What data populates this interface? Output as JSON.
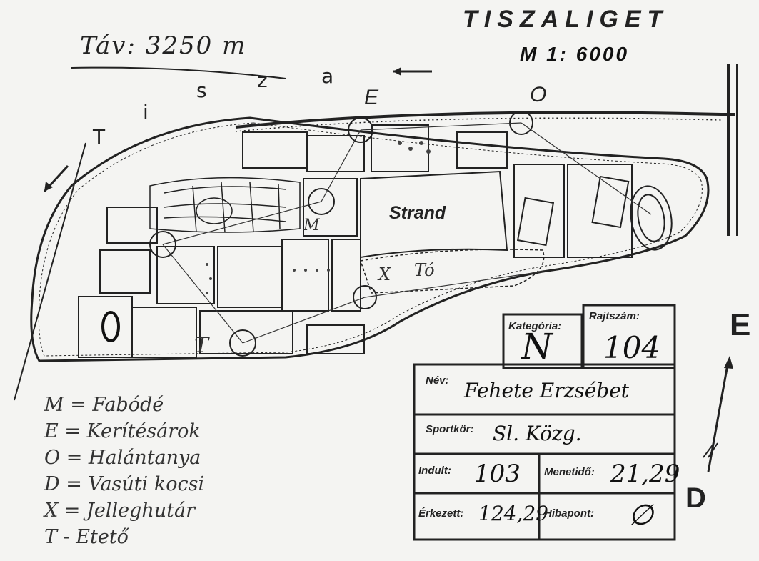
{
  "header": {
    "title": "TISZALIGET",
    "scale": "M 1: 6000",
    "distance": "Táv: 3250 m"
  },
  "river": {
    "letters": [
      "T",
      "i",
      "s",
      "z",
      "a"
    ]
  },
  "compass_letters": {
    "top_e": "E",
    "top_o": "O",
    "right_e": "E",
    "right_d": "D"
  },
  "map_labels": {
    "strand": "Strand",
    "to": "Tó",
    "m": "M",
    "x": "X",
    "t": "T",
    "o": "O"
  },
  "legend": [
    "M = Fabódé",
    "E = Kerítésárok",
    "O = Halántanya",
    "D = Vasúti kocsi",
    "X = Jelleghutár",
    "T - Etető"
  ],
  "card": {
    "kategoria_label": "Kategória:",
    "kategoria_value": "N",
    "rajtszam_label": "Rajtszám:",
    "rajtszam_value": "104",
    "nev_label": "Név:",
    "nev_value": "Fehete Erzsébet",
    "sportkor_label": "Sportkör:",
    "sportkor_value": "Sl. Közg.",
    "indult_label": "Indult:",
    "indult_value": "103",
    "menetido_label": "Menetidő:",
    "menetido_value": "21,29",
    "erkezett_label": "Érkezett:",
    "erkezett_value": "124,29",
    "hibapont_label": "Hibapont:",
    "hibapont_value": "∅"
  },
  "colors": {
    "ink": "#1a1a1a",
    "paper": "#f4f4f2"
  }
}
